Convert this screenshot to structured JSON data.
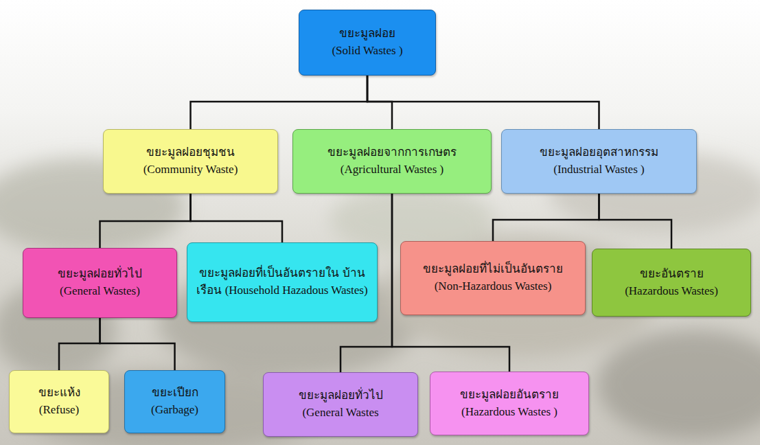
{
  "diagram": {
    "nodes": [
      {
        "text": [
          "ขยะมูลฝอย",
          "(Solid Wastes )"
        ]
      },
      {
        "text": [
          "ขยะมูลฝอยชุมชน",
          "(Community Waste)"
        ]
      },
      {
        "text": [
          "ขยะมูลฝอยจากการเกษตร",
          "(Agricultural Wastes )"
        ]
      },
      {
        "text": [
          "ขยะมูลฝอยอุตสาหกรรม",
          "(Industrial Wastes )"
        ]
      },
      {
        "text": [
          "ขยะมูลฝอยทั่วไป",
          "(General Wastes)"
        ]
      },
      {
        "text": [
          "ขยะมูลฝอยที่เป็นอันตรายใน บ้านเรือน (Household Hazadous Wastes)"
        ]
      },
      {
        "text": [
          "ขยะมูลฝอยที่ไม่เป็นอันตราย",
          "(Non-Hazardous Wastes)"
        ]
      },
      {
        "text": [
          "ขยะอันตราย",
          "(Hazardous Wastes)"
        ]
      },
      {
        "text": [
          "ขยะแห้ง",
          "(Refuse)"
        ]
      },
      {
        "text": [
          "ขยะเปียก",
          "(Garbage)"
        ]
      },
      {
        "text": [
          "ขยะมูลฝอยทั่วไป",
          "(General Wastes"
        ]
      },
      {
        "text": [
          "ขยะมูลฝอยอันตราย",
          "(Hazardous Wastes )"
        ]
      }
    ],
    "edges": [
      {
        "from": 0,
        "to": 1,
        "arrow": "none"
      },
      {
        "from": 0,
        "to": 2,
        "arrow": "none"
      },
      {
        "from": 0,
        "to": 3,
        "arrow": "none"
      },
      {
        "from": 1,
        "to": 4,
        "arrow": "none"
      },
      {
        "from": 1,
        "to": 5,
        "arrow": "none"
      },
      {
        "from": 2,
        "to": 10,
        "arrow": "none"
      },
      {
        "from": 2,
        "to": 11,
        "arrow": "none"
      },
      {
        "from": 3,
        "to": 6,
        "arrow": "none"
      },
      {
        "from": 3,
        "to": 7,
        "arrow": "none"
      },
      {
        "from": 4,
        "to": 8,
        "arrow": "none"
      },
      {
        "from": 4,
        "to": 9,
        "arrow": "none"
      }
    ]
  }
}
